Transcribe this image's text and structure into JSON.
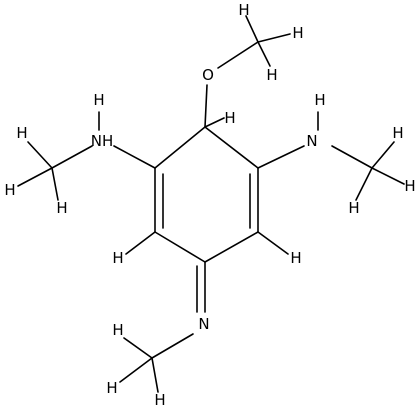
{
  "colors": {
    "background": "#ffffff",
    "bond": "#000000",
    "label": "#000000"
  },
  "atoms": {
    "o1": "O",
    "h_c1a": "H",
    "h_c1b": "H",
    "h_c1c": "H",
    "h_ring": "H",
    "n1": "NH",
    "h_n1": "H",
    "h_c2a": "H",
    "h_c2b": "H",
    "h_c2c": "H",
    "n2": "N",
    "h_n2": "H",
    "h_c3a": "H",
    "h_c3b": "H",
    "h_c3c": "H",
    "h_left": "H",
    "h_right": "H",
    "n3": "N",
    "h_c4a": "H",
    "h_c4b": "H",
    "h_c4c": "H"
  }
}
